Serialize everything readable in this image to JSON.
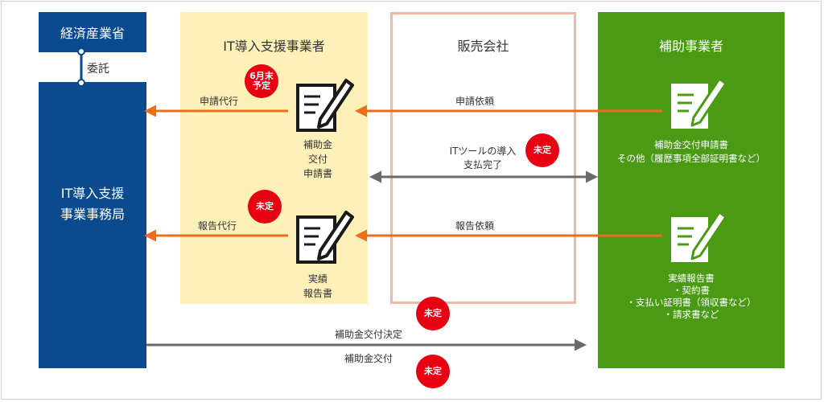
{
  "columns": {
    "meti": "経済産業省",
    "consign": "委託",
    "secretariat": "IT導入支援\n事業事務局",
    "it_vendor": "IT導入支援事業者",
    "sales": "販売会社",
    "subsidy_business": "補助事業者"
  },
  "flows": {
    "apply_proxy": "申請代行",
    "apply_request": "申請依頼",
    "report_proxy": "報告代行",
    "report_request": "報告依頼",
    "it_tool_line1": "ITツールの導入",
    "it_tool_line2": "支払完了",
    "grant_decision": "補助金交付決定",
    "grant_payment": "補助金交付"
  },
  "documents": {
    "it_application": [
      "補助金",
      "交付",
      "申請書"
    ],
    "it_report": [
      "実績",
      "報告書"
    ],
    "sub_application_title": "補助金交付申請書",
    "sub_application_note": "その他（履歴事項全部証明書など）",
    "sub_report_title": "実績報告書",
    "sub_report_items": [
      "・契約書",
      "・支払い証明書（領収書など）",
      "・請求書など"
    ]
  },
  "badges": {
    "june": "6月末\n予定",
    "undecided": "未定"
  },
  "colors": {
    "navy": "#0a4a8f",
    "cream": "#fdf0b8",
    "salmon": "#f2b8a3",
    "green": "#4a9a14",
    "orange": "#ef6c1a",
    "gray_arrow": "#6b6b6b",
    "badge_red": "#e60012"
  }
}
